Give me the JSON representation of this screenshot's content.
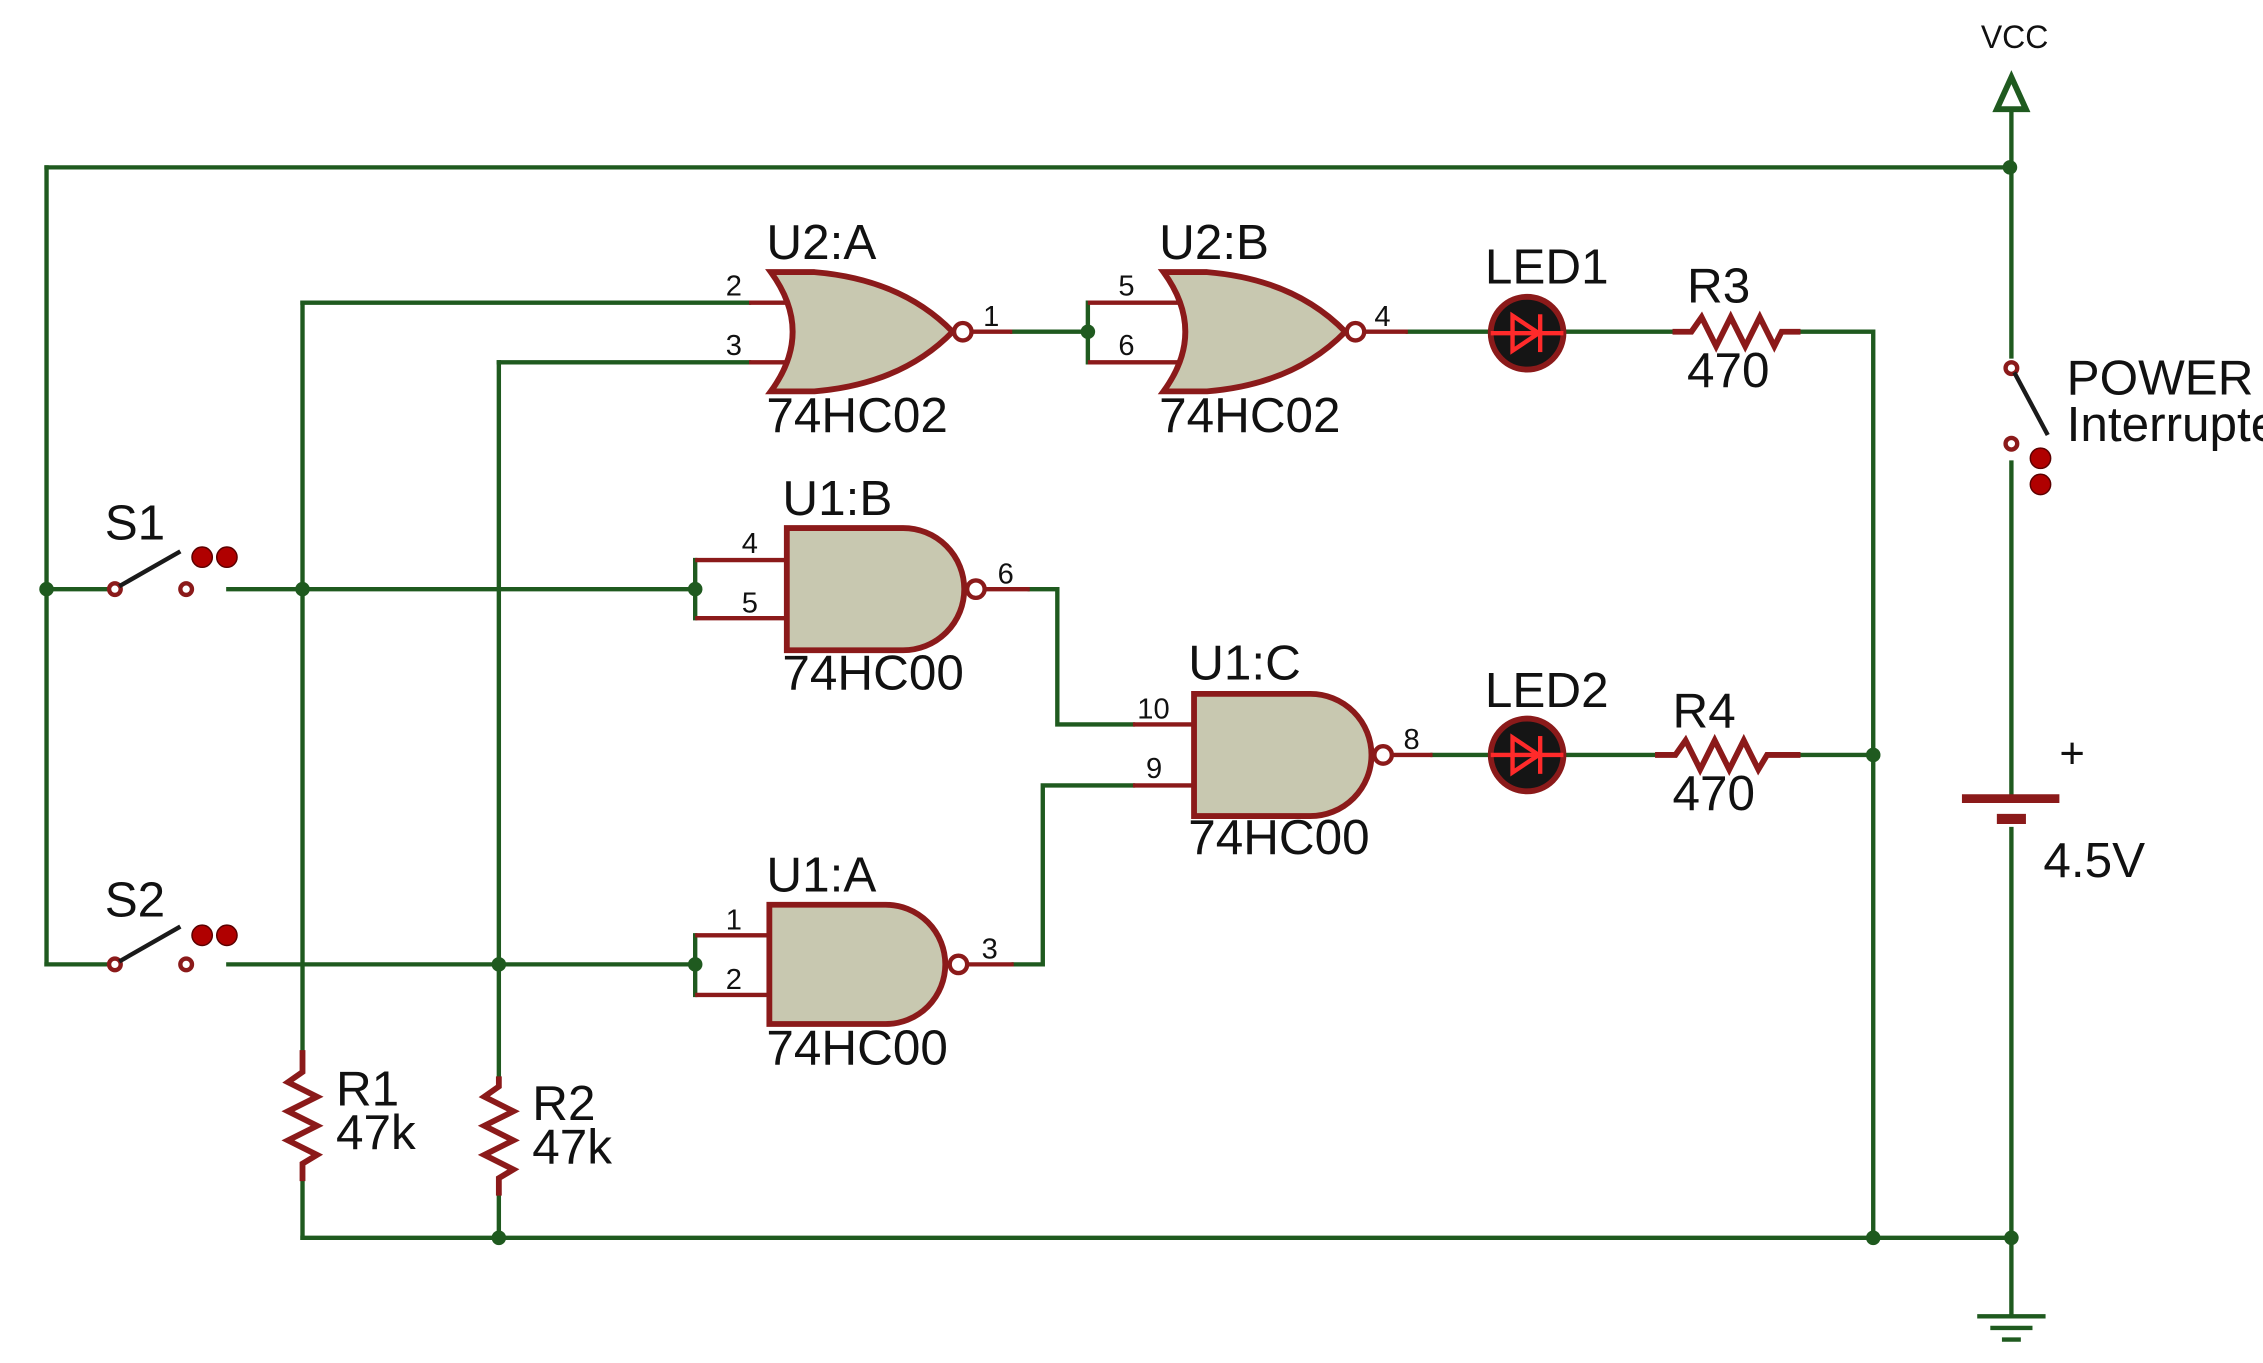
{
  "power": {
    "vcc_label": "VCC"
  },
  "gates": {
    "u2a": {
      "name": "U2:A",
      "part": "74HC02",
      "pins": [
        "2",
        "3",
        "1"
      ]
    },
    "u2b": {
      "name": "U2:B",
      "part": "74HC02",
      "pins": [
        "5",
        "6",
        "4"
      ]
    },
    "u1b": {
      "name": "U1:B",
      "part": "74HC00",
      "pins": [
        "4",
        "5",
        "6"
      ]
    },
    "u1c": {
      "name": "U1:C",
      "part": "74HC00",
      "pins": [
        "10",
        "9",
        "8"
      ]
    },
    "u1a": {
      "name": "U1:A",
      "part": "74HC00",
      "pins": [
        "1",
        "2",
        "3"
      ]
    }
  },
  "leds": {
    "led1": {
      "name": "LED1"
    },
    "led2": {
      "name": "LED2"
    }
  },
  "resistors": {
    "r1": {
      "name": "R1",
      "value": "47k"
    },
    "r2": {
      "name": "R2",
      "value": "47k"
    },
    "r3": {
      "name": "R3",
      "value": "470"
    },
    "r4": {
      "name": "R4",
      "value": "470"
    }
  },
  "switches": {
    "s1": {
      "name": "S1"
    },
    "s2": {
      "name": "S2"
    },
    "power": {
      "name": "POWER",
      "type_label": "Interrupteur"
    }
  },
  "battery": {
    "value": "4.5V",
    "polarity": "+"
  },
  "colors": {
    "wire": "#1f5a1f",
    "component": "#8b1a1a",
    "gate_fill": "#c8c8b0",
    "led_fill": "#151515"
  }
}
